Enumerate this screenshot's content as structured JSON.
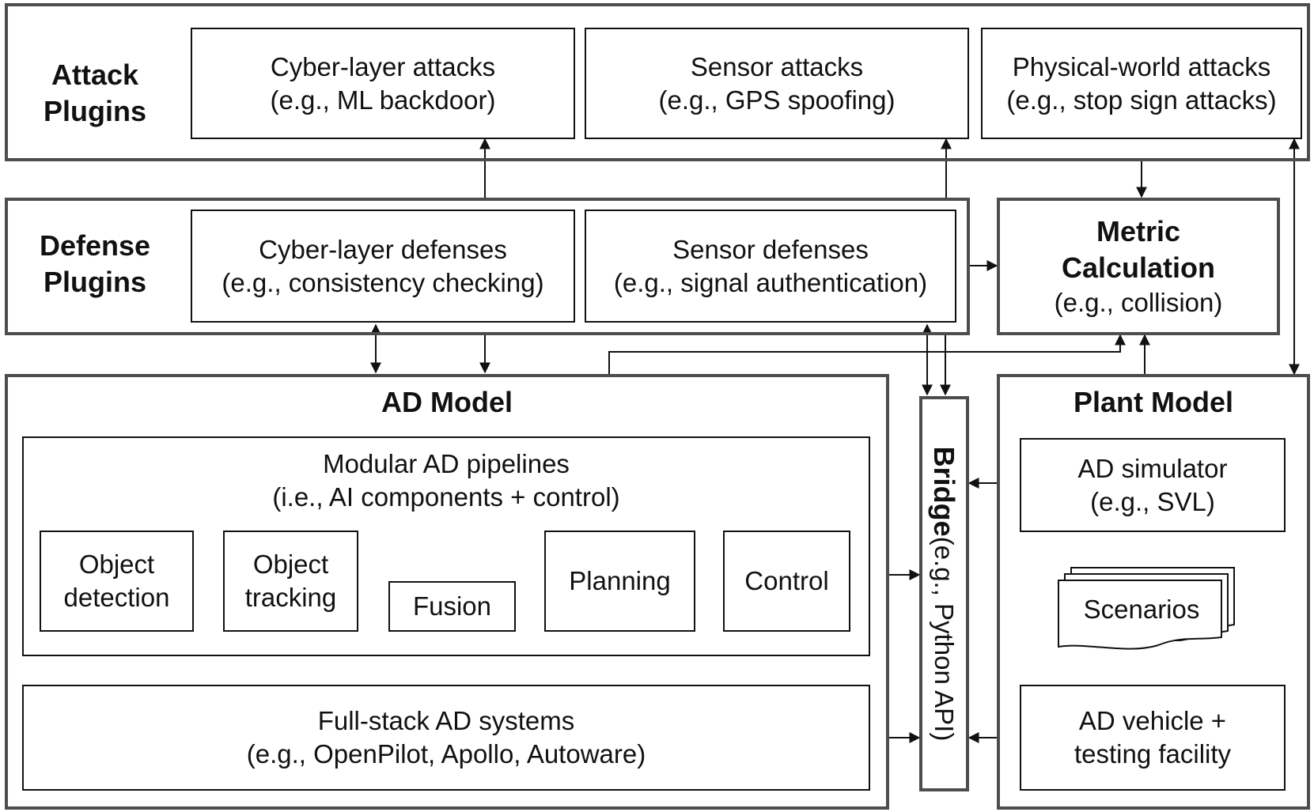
{
  "attack": {
    "title_line1": "Attack",
    "title_line2": "Plugins",
    "cyber": {
      "line1": "Cyber-layer attacks",
      "line2": "(e.g., ML backdoor)"
    },
    "sensor": {
      "line1": "Sensor attacks",
      "line2": "(e.g., GPS spoofing)"
    },
    "physical": {
      "line1": "Physical-world attacks",
      "line2": "(e.g., stop sign attacks)"
    }
  },
  "defense": {
    "title_line1": "Defense",
    "title_line2": "Plugins",
    "cyber": {
      "line1": "Cyber-layer defenses",
      "line2": "(e.g., consistency checking)"
    },
    "sensor": {
      "line1": "Sensor defenses",
      "line2": "(e.g., signal authentication)"
    }
  },
  "metric": {
    "line1": "Metric",
    "line2": "Calculation",
    "line3": "(e.g., collision)"
  },
  "ad_model": {
    "title": "AD Model",
    "modular": {
      "line1": "Modular AD pipelines",
      "line2": "(i.e., AI components + control)"
    },
    "object_detection": {
      "line1": "Object",
      "line2": "detection"
    },
    "object_tracking": {
      "line1": "Object",
      "line2": "tracking"
    },
    "fusion": "Fusion",
    "planning": "Planning",
    "control": "Control",
    "fullstack": {
      "line1": "Full-stack AD systems",
      "line2": "(e.g., OpenPilot, Apollo, Autoware)"
    }
  },
  "bridge": {
    "title": "Bridge",
    "subtitle": " (e.g., Python API)"
  },
  "plant_model": {
    "title": "Plant Model",
    "simulator": {
      "line1": "AD simulator",
      "line2": "(e.g., SVL)"
    },
    "scenarios": "Scenarios",
    "vehicle": {
      "line1": "AD vehicle +",
      "line2": "testing facility"
    }
  },
  "colors": {
    "outer_border": "#4d4d4d",
    "inner_border": "#111111",
    "arrow": "#111111"
  }
}
